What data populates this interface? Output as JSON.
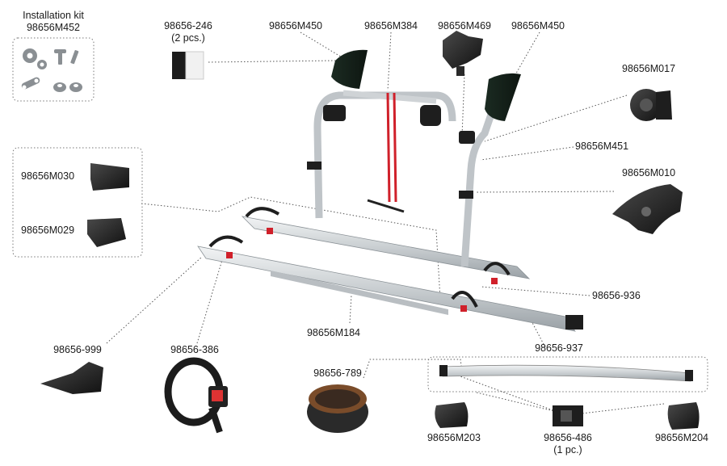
{
  "labels": {
    "kit_title": "Installation kit",
    "kit_code": "98656M452",
    "strap_code": "98656-246",
    "strap_qty": "(2 pcs.)",
    "wheel_holder_left": "98656M450",
    "frame": "98656M384",
    "knob": "98656M469",
    "wheel_holder_right": "98656M450",
    "ratchet": "98656M017",
    "upper_clamp": "98656M451",
    "frame_clamp": "98656M010",
    "bracket_a": "98656M030",
    "bracket_b": "98656M029",
    "rail_right": "98656-936",
    "rail_center": "98656M184",
    "end_cap": "98656-999",
    "wheel_strap": "98656-386",
    "rubber_strap": "98656-789",
    "rail_left": "98656-937",
    "rail_cap_left": "98656M203",
    "rail_connector": "98656-486",
    "rail_connector_qty": "(1 pc.)",
    "rail_cap_right": "98656M204"
  },
  "colors": {
    "frame": "#cfd3d6",
    "dark_part": "#1e1e1e",
    "accent_red": "#d0202a",
    "leader": "#555555"
  }
}
